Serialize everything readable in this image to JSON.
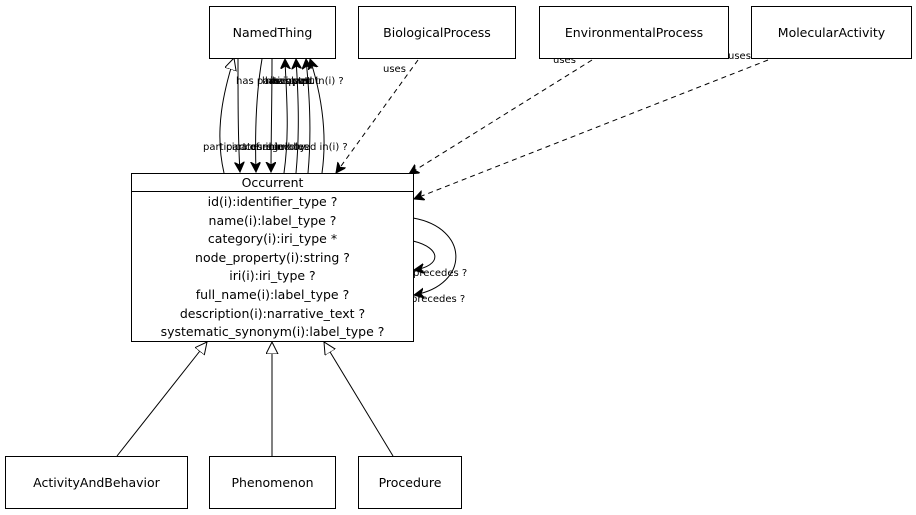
{
  "classes": {
    "named_thing": "NamedThing",
    "biological_process": "BiologicalProcess",
    "environmental_process": "EnvironmentalProcess",
    "molecular_activity": "MolecularActivity",
    "occurrent": "Occurrent",
    "activity_and_behavior": "ActivityAndBehavior",
    "phenomenon": "Phenomenon",
    "procedure": "Procedure"
  },
  "occurrent_attributes": [
    "id(i):identifier_type ?",
    "name(i):label_type ?",
    "category(i):iri_type *",
    "node_property(i):string ?",
    "iri(i):iri_type ?",
    "full_name(i):label_type ?",
    "description(i):narrative_text ?",
    "systematic_synonym(i):label_type ?"
  ],
  "edge_labels": {
    "uses_bio": "uses",
    "uses_env": "uses",
    "uses_mol": "uses",
    "has_participant": "has participant",
    "has_input": "has input",
    "has_output": "has output",
    "has_part": "has part",
    "part_of": "part of",
    "occurs_in": "occurs in",
    "enabled_by": "enabled by",
    "regulates": "regulates",
    "participates": "participates in",
    "involved_in": "involved in(i) ?",
    "involved_in_top": "involved in(i) ?",
    "precedes_1": "precedes ?",
    "precedes_2": "precedes ?"
  }
}
